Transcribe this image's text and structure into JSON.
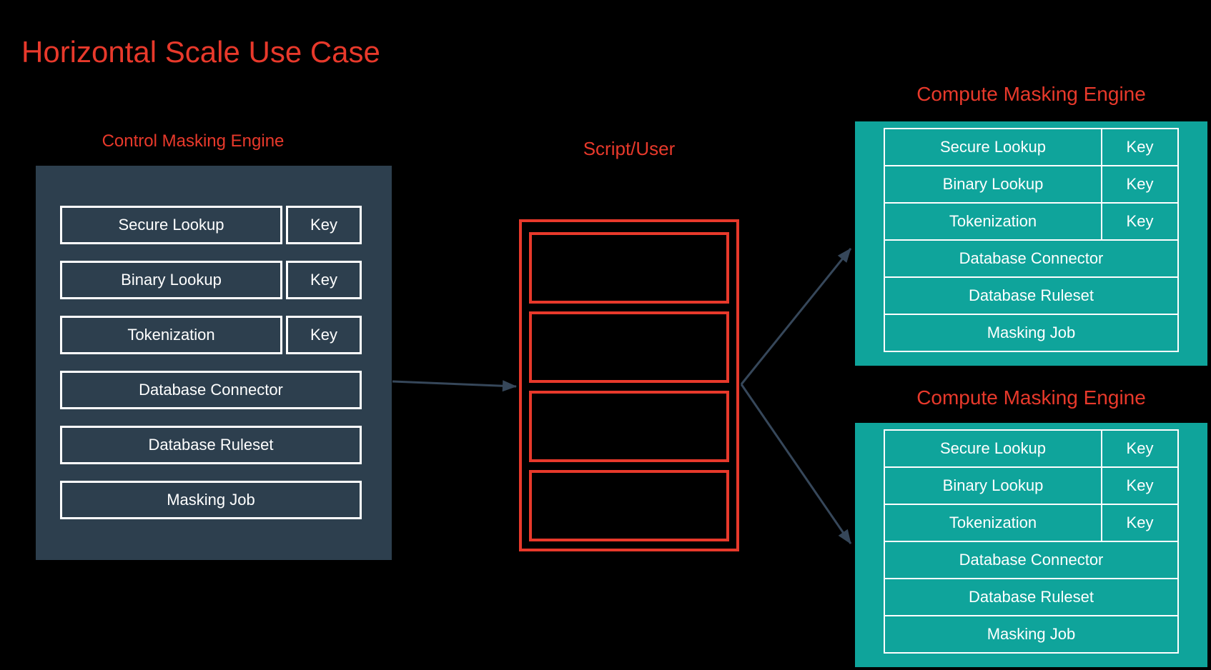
{
  "title": "Horizontal Scale Use Case",
  "colors": {
    "red": "#e8392b",
    "slate": "#2d3f4e",
    "teal": "#0fa49b",
    "arrow": "#36475a",
    "rowtext": "#ffffff"
  },
  "control_engine": {
    "label": "Control Masking Engine",
    "rows": [
      {
        "name": "Secure Lookup",
        "key": "Key"
      },
      {
        "name": "Binary Lookup",
        "key": "Key"
      },
      {
        "name": "Tokenization",
        "key": "Key"
      },
      {
        "name": "Database Connector"
      },
      {
        "name": "Database Ruleset"
      },
      {
        "name": "Masking Job"
      }
    ]
  },
  "script_user": {
    "label": "Script/User",
    "empty_slots": 4
  },
  "compute_engines": [
    {
      "label": "Compute Masking Engine",
      "rows": [
        {
          "name": "Secure Lookup",
          "key": "Key"
        },
        {
          "name": "Binary Lookup",
          "key": "Key"
        },
        {
          "name": "Tokenization",
          "key": "Key"
        },
        {
          "name": "Database Connector"
        },
        {
          "name": "Database Ruleset"
        },
        {
          "name": "Masking Job"
        }
      ]
    },
    {
      "label": "Compute Masking Engine",
      "rows": [
        {
          "name": "Secure Lookup",
          "key": "Key"
        },
        {
          "name": "Binary Lookup",
          "key": "Key"
        },
        {
          "name": "Tokenization",
          "key": "Key"
        },
        {
          "name": "Database Connector"
        },
        {
          "name": "Database Ruleset"
        },
        {
          "name": "Masking Job"
        }
      ]
    }
  ],
  "arrows": [
    {
      "from": "Control Masking Engine",
      "to": "Script/User"
    },
    {
      "from": "Script/User",
      "to": "Compute Masking Engine (top)"
    },
    {
      "from": "Script/User",
      "to": "Compute Masking Engine (bottom)"
    }
  ]
}
